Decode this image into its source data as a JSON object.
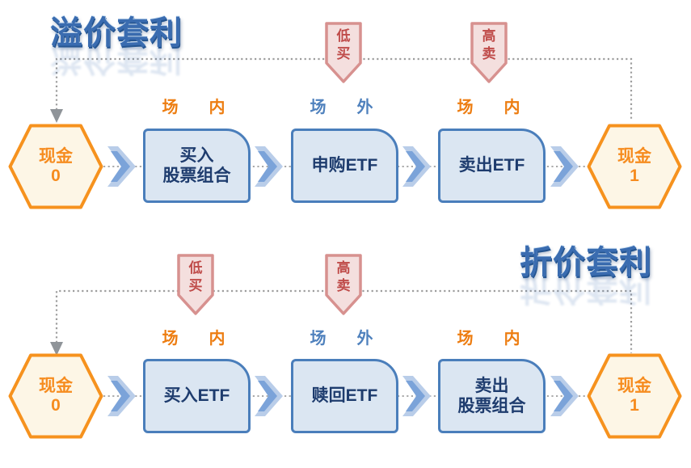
{
  "colors": {
    "title_blue": "#3a6cb0",
    "box_border": "#4a7ebb",
    "box_fill": "#dbe6f2",
    "box_text": "#1e3c6e",
    "hex_border": "#f6921e",
    "hex_fill": "#fdf6e6",
    "hex_text": "#f68c1f",
    "venue_onshore_orange": "#ed7d11",
    "venue_offshore_blue": "#4f81bd",
    "badge_fill": "#f4dfde",
    "badge_border": "#d7918f",
    "badge_text": "#bf4b49",
    "chevron_light": "#b9cde9",
    "chevron_dark": "#7ba3d9",
    "dotted_line_gray": "#9d9d9d"
  },
  "diagrams": [
    {
      "title": "溢价套利",
      "badges": [
        [
          "低",
          "买"
        ],
        [
          "高",
          "卖"
        ]
      ],
      "venues": [
        "场　内",
        "场　外",
        "场　内"
      ],
      "nodes": [
        [
          "现金",
          "0"
        ],
        [
          "买入",
          "股票组合"
        ],
        [
          "申购ETF"
        ],
        [
          "卖出ETF"
        ],
        [
          "现金",
          "1"
        ]
      ]
    },
    {
      "title": "折价套利",
      "badges": [
        [
          "低",
          "买"
        ],
        [
          "高",
          "卖"
        ]
      ],
      "venues": [
        "场　内",
        "场　外",
        "场　内"
      ],
      "nodes": [
        [
          "现金",
          "0"
        ],
        [
          "买入ETF"
        ],
        [
          "赎回ETF"
        ],
        [
          "卖出",
          "股票组合"
        ],
        [
          "现金",
          "1"
        ]
      ]
    }
  ]
}
